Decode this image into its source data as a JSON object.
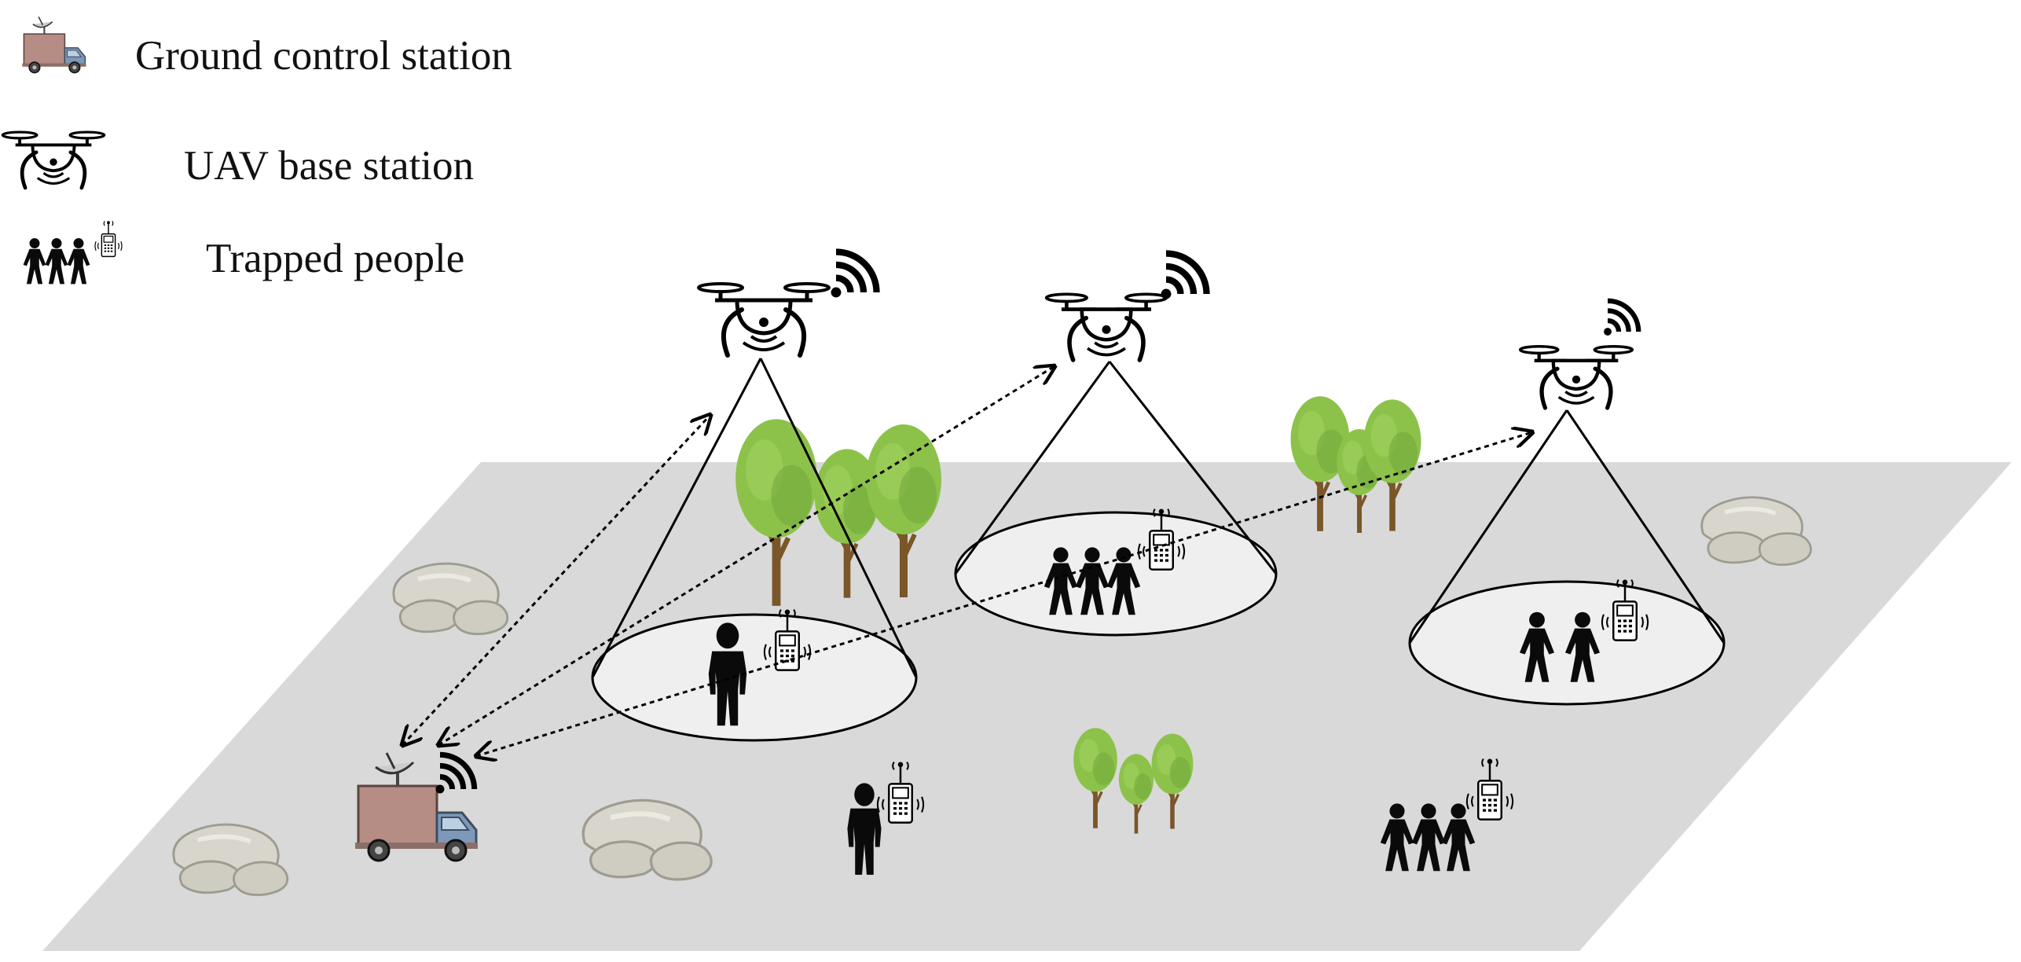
{
  "legend": {
    "items": [
      {
        "label": "Ground control station",
        "icon": "truck-icon"
      },
      {
        "label": "UAV base station",
        "icon": "drone-icon"
      },
      {
        "label": "Trapped people",
        "icon": "people-with-phone-icon"
      }
    ]
  },
  "colors": {
    "ground": "#d9d9d9",
    "coverage_fill": "#efefef",
    "tree_leaf": "#8cc24a",
    "tree_leaf_dark": "#6fa83a",
    "trunk": "#7a5628",
    "rock": "#d8d6cc",
    "rock_shadow": "#9e9c90",
    "truck_body": "#b58d85",
    "truck_cab": "#6f8fb0",
    "silhouette": "#0a0a0a"
  }
}
